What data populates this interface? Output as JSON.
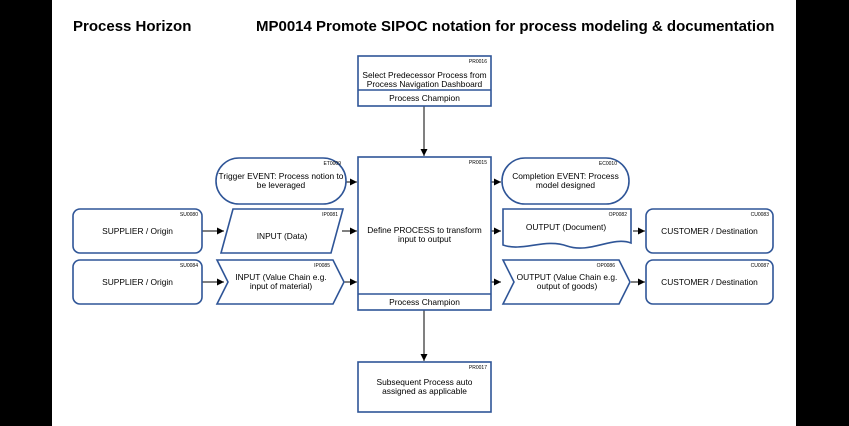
{
  "header": {
    "left_title": "Process Horizon",
    "right_title": "MP0014 Promote SIPOC notation for process modeling & documentation"
  },
  "colors": {
    "border": "#2f5597",
    "connector": "#000000"
  },
  "predecessor": {
    "id": "PR0016",
    "lines": [
      "Select Predecessor Process from",
      "Process Navigation Dashboard"
    ],
    "role": "Process Champion"
  },
  "process": {
    "id": "PR0015",
    "lines": [
      "Define PROCESS to transform",
      "input to output"
    ],
    "role": "Process Champion"
  },
  "subsequent": {
    "id": "PR0017",
    "lines": [
      "Subsequent Process auto",
      "assigned as applicable"
    ]
  },
  "trigger_event": {
    "id": "ET0009",
    "lines": [
      "Trigger EVENT: Process notion to",
      "be leveraged"
    ]
  },
  "completion_event": {
    "id": "EC0010",
    "lines": [
      "Completion EVENT: Process",
      "model designed"
    ]
  },
  "suppliers": [
    {
      "id": "SU0080",
      "label": "SUPPLIER / Origin"
    },
    {
      "id": "SU0084",
      "label": "SUPPLIER / Origin"
    }
  ],
  "inputs": [
    {
      "id": "IP0081",
      "lines": [
        "INPUT (Data)"
      ]
    },
    {
      "id": "IP0085",
      "lines": [
        "INPUT (Value Chain e.g.",
        "input of material)"
      ]
    }
  ],
  "outputs": [
    {
      "id": "OP0082",
      "lines": [
        "OUTPUT (Document)"
      ]
    },
    {
      "id": "OP0086",
      "lines": [
        "OUTPUT (Value Chain e.g.",
        "output of goods)"
      ]
    }
  ],
  "customers": [
    {
      "id": "CU0083",
      "label": "CUSTOMER / Destination"
    },
    {
      "id": "CU0087",
      "label": "CUSTOMER / Destination"
    }
  ]
}
